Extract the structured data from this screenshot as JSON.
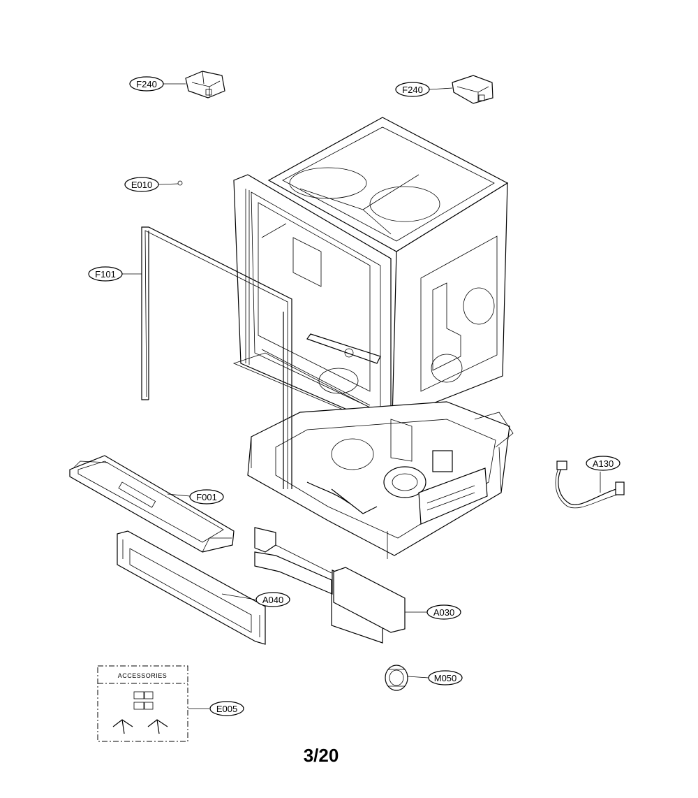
{
  "diagram": {
    "labels": [
      {
        "id": "f240-left",
        "text": "F240"
      },
      {
        "id": "f240-right",
        "text": "F240"
      },
      {
        "id": "e010",
        "text": "E010"
      },
      {
        "id": "f101",
        "text": "F101"
      },
      {
        "id": "a130",
        "text": "A130"
      },
      {
        "id": "f001",
        "text": "F001"
      },
      {
        "id": "a040",
        "text": "A040"
      },
      {
        "id": "a030",
        "text": "A030"
      },
      {
        "id": "m050",
        "text": "M050"
      },
      {
        "id": "e005",
        "text": "E005"
      }
    ],
    "accessories_title": "ACCESSORIES",
    "page_number": "3/20"
  }
}
